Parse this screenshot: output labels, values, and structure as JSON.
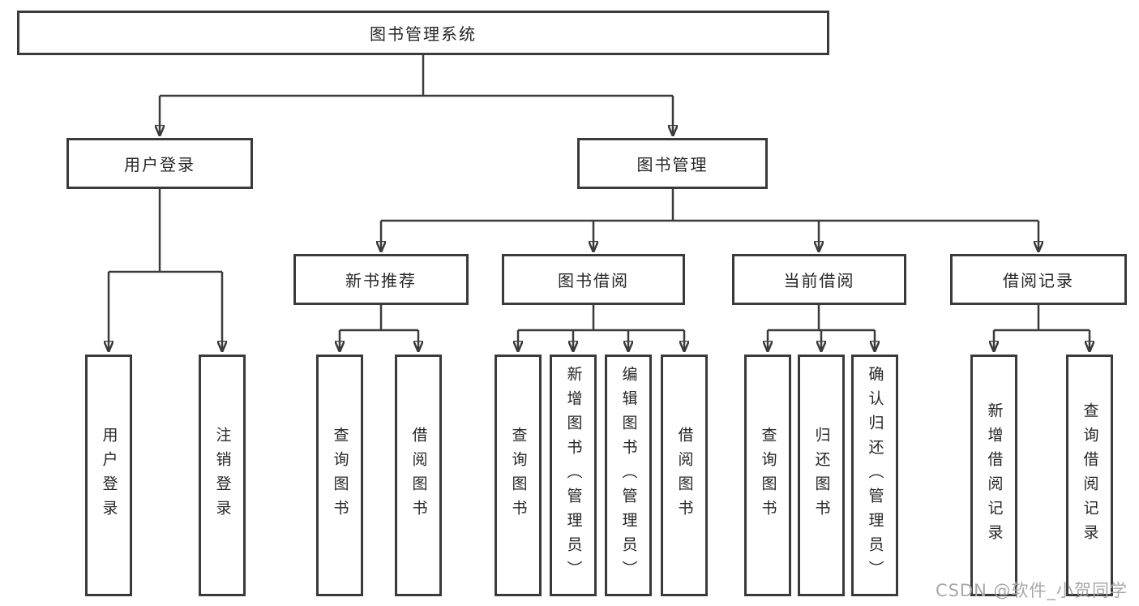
{
  "diagram": {
    "root": {
      "label": "图书管理系统"
    },
    "branches": [
      {
        "label": "用户登录",
        "children": [
          {
            "label": "用户登录"
          },
          {
            "label": "注销登录"
          }
        ]
      },
      {
        "label": "图书管理",
        "children": [
          {
            "label": "新书推荐",
            "children": [
              {
                "label": "查询图书"
              },
              {
                "label": "借阅图书"
              }
            ]
          },
          {
            "label": "图书借阅",
            "children": [
              {
                "label": "查询图书"
              },
              {
                "label": "新增图书（管理员）"
              },
              {
                "label": "编辑图书（管理员）"
              },
              {
                "label": "借阅图书"
              }
            ]
          },
          {
            "label": "当前借阅",
            "children": [
              {
                "label": "查询图书"
              },
              {
                "label": "归还图书"
              },
              {
                "label": "确认归还（管理员）"
              }
            ]
          },
          {
            "label": "借阅记录",
            "children": [
              {
                "label": "新增借阅记录"
              },
              {
                "label": "查询借阅记录"
              }
            ]
          }
        ]
      }
    ]
  },
  "watermark": {
    "text": "CSDN @软件_小贺同学"
  },
  "colors": {
    "line": "#3a3a3a",
    "box_border": "#3a3a3a",
    "text": "#262626",
    "watermark": "#a8a8a8",
    "background": "#ffffff"
  }
}
